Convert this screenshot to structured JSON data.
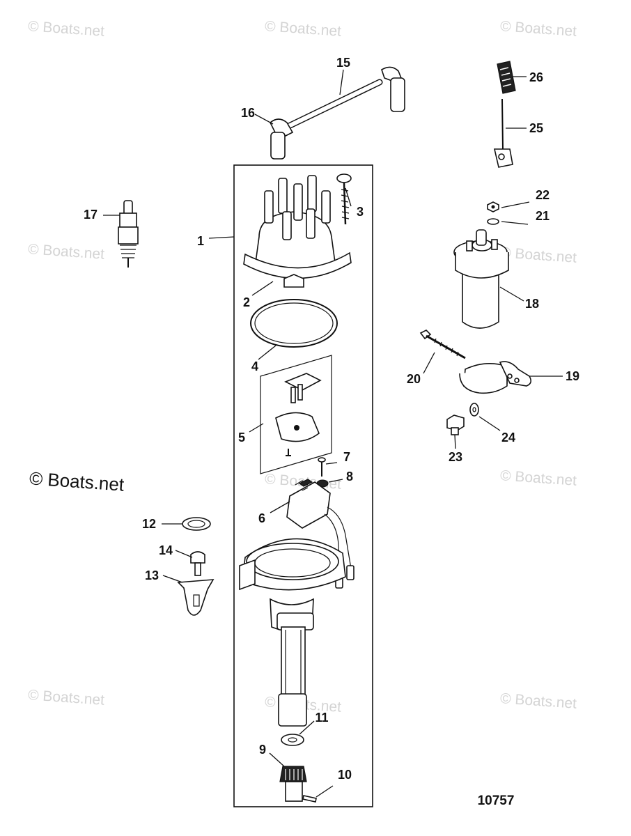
{
  "watermarks": {
    "text": "© Boats.net",
    "main_text": "© Boats.net"
  },
  "figure_number": "10757",
  "callouts": {
    "c1": "1",
    "c2": "2",
    "c3": "3",
    "c4": "4",
    "c5": "5",
    "c6": "6",
    "c7": "7",
    "c8": "8",
    "c9": "9",
    "c10": "10",
    "c11": "11",
    "c12": "12",
    "c13": "13",
    "c14": "14",
    "c15": "15",
    "c16": "16",
    "c17": "17",
    "c18": "18",
    "c19": "19",
    "c20": "20",
    "c21": "21",
    "c22": "22",
    "c23": "23",
    "c24": "24",
    "c25": "25",
    "c26": "26"
  }
}
